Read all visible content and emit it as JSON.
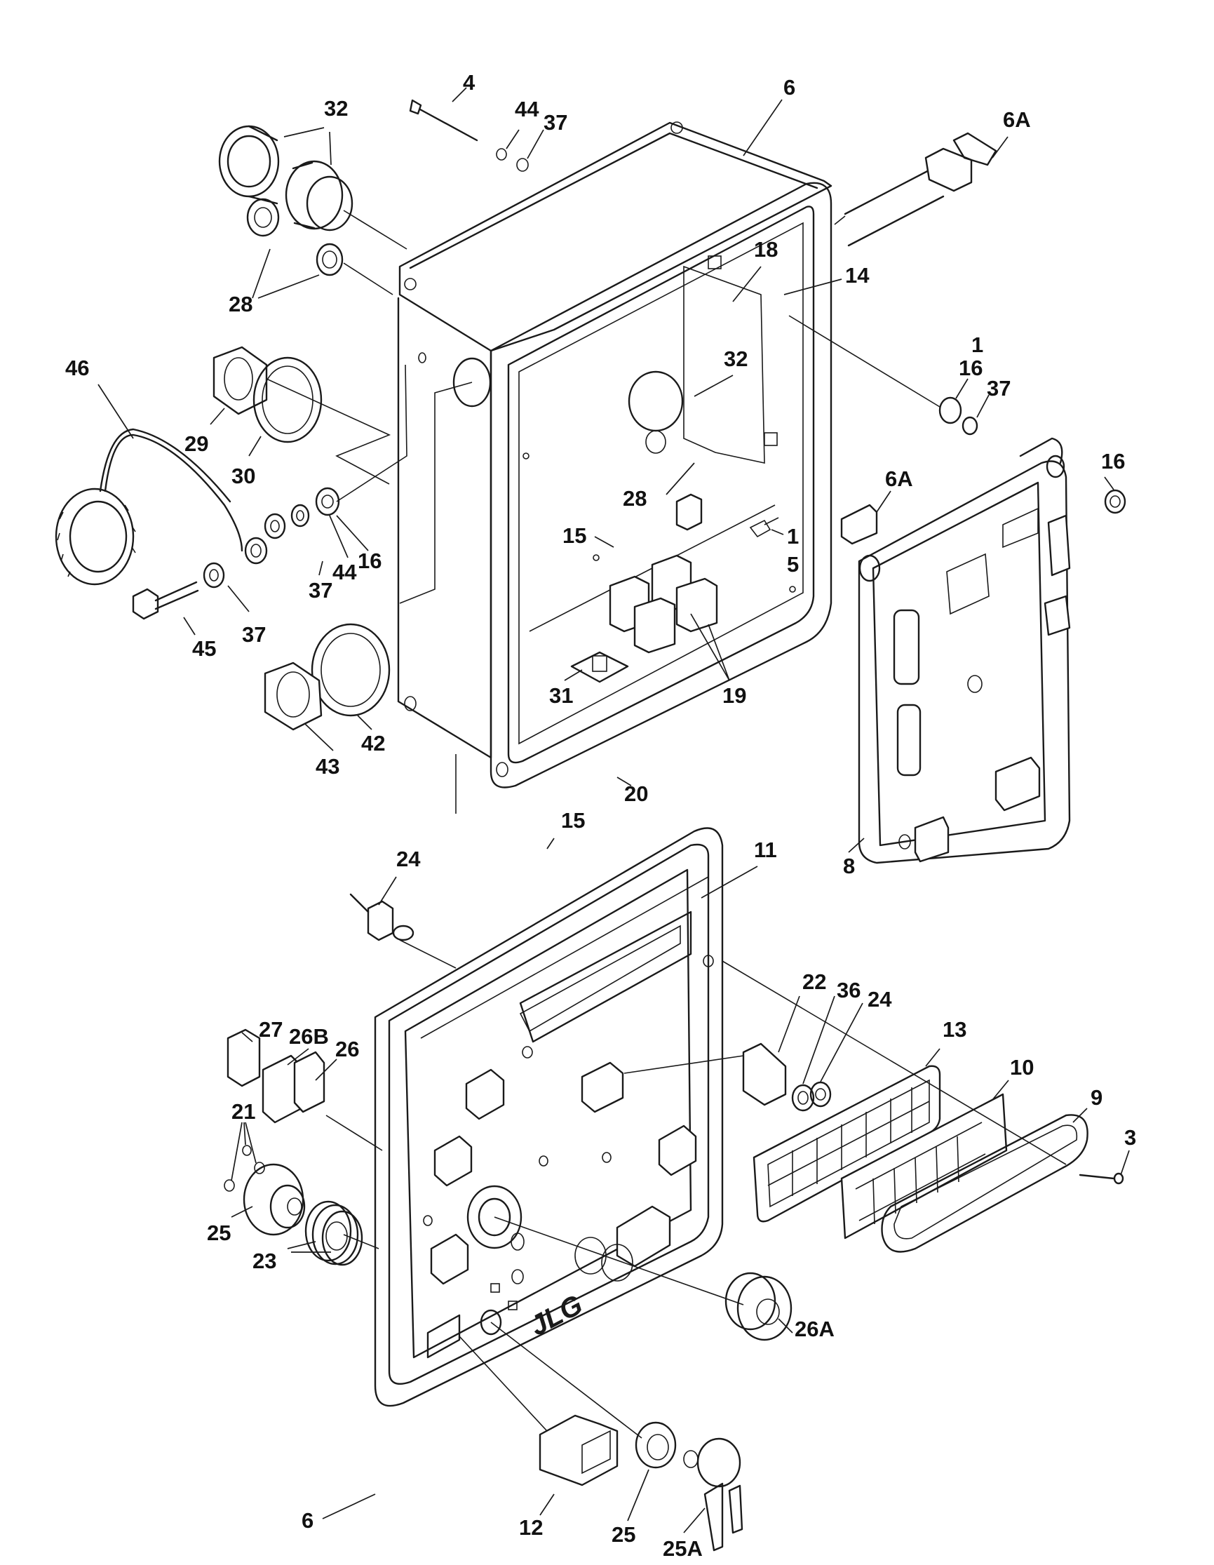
{
  "diagram": {
    "colors": {
      "line": "#1a1a1a",
      "background": "#ffffff"
    },
    "logo_text": "JLG",
    "callouts": [
      {
        "id": "c-4",
        "label": "4"
      },
      {
        "id": "c-44-top",
        "label": "44"
      },
      {
        "id": "c-37-top",
        "label": "37"
      },
      {
        "id": "c-32-top",
        "label": "32"
      },
      {
        "id": "c-6-top",
        "label": "6"
      },
      {
        "id": "c-6a-top",
        "label": "6A"
      },
      {
        "id": "c-28-top",
        "label": "28"
      },
      {
        "id": "c-18",
        "label": "18"
      },
      {
        "id": "c-14",
        "label": "14"
      },
      {
        "id": "c-46",
        "label": "46"
      },
      {
        "id": "c-29",
        "label": "29"
      },
      {
        "id": "c-30",
        "label": "30"
      },
      {
        "id": "c-32-mid",
        "label": "32"
      },
      {
        "id": "c-1-right",
        "label": "1"
      },
      {
        "id": "c-16-right",
        "label": "16"
      },
      {
        "id": "c-37-right",
        "label": "37"
      },
      {
        "id": "c-16-far",
        "label": "16"
      },
      {
        "id": "c-6a-mid",
        "label": "6A"
      },
      {
        "id": "c-28-mid",
        "label": "28"
      },
      {
        "id": "c-15-mid",
        "label": "15"
      },
      {
        "id": "c-1-mid",
        "label": "1"
      },
      {
        "id": "c-5",
        "label": "5"
      },
      {
        "id": "c-37-left1",
        "label": "37"
      },
      {
        "id": "c-44-left",
        "label": "44"
      },
      {
        "id": "c-16-left",
        "label": "16"
      },
      {
        "id": "c-45",
        "label": "45"
      },
      {
        "id": "c-37-left2",
        "label": "37"
      },
      {
        "id": "c-31",
        "label": "31"
      },
      {
        "id": "c-19",
        "label": "19"
      },
      {
        "id": "c-42",
        "label": "42"
      },
      {
        "id": "c-43",
        "label": "43"
      },
      {
        "id": "c-20",
        "label": "20"
      },
      {
        "id": "c-15-low",
        "label": "15"
      },
      {
        "id": "c-11",
        "label": "11"
      },
      {
        "id": "c-8",
        "label": "8"
      },
      {
        "id": "c-24-top",
        "label": "24"
      },
      {
        "id": "c-22",
        "label": "22"
      },
      {
        "id": "c-36",
        "label": "36"
      },
      {
        "id": "c-24-right",
        "label": "24"
      },
      {
        "id": "c-13",
        "label": "13"
      },
      {
        "id": "c-10",
        "label": "10"
      },
      {
        "id": "c-9",
        "label": "9"
      },
      {
        "id": "c-3",
        "label": "3"
      },
      {
        "id": "c-27",
        "label": "27"
      },
      {
        "id": "c-26b",
        "label": "26B"
      },
      {
        "id": "c-26",
        "label": "26"
      },
      {
        "id": "c-21",
        "label": "21"
      },
      {
        "id": "c-25-left",
        "label": "25"
      },
      {
        "id": "c-23",
        "label": "23"
      },
      {
        "id": "c-26a",
        "label": "26A"
      },
      {
        "id": "c-6-bottom",
        "label": "6"
      },
      {
        "id": "c-12",
        "label": "12"
      },
      {
        "id": "c-25-bottom",
        "label": "25"
      },
      {
        "id": "c-25a",
        "label": "25A"
      }
    ]
  }
}
